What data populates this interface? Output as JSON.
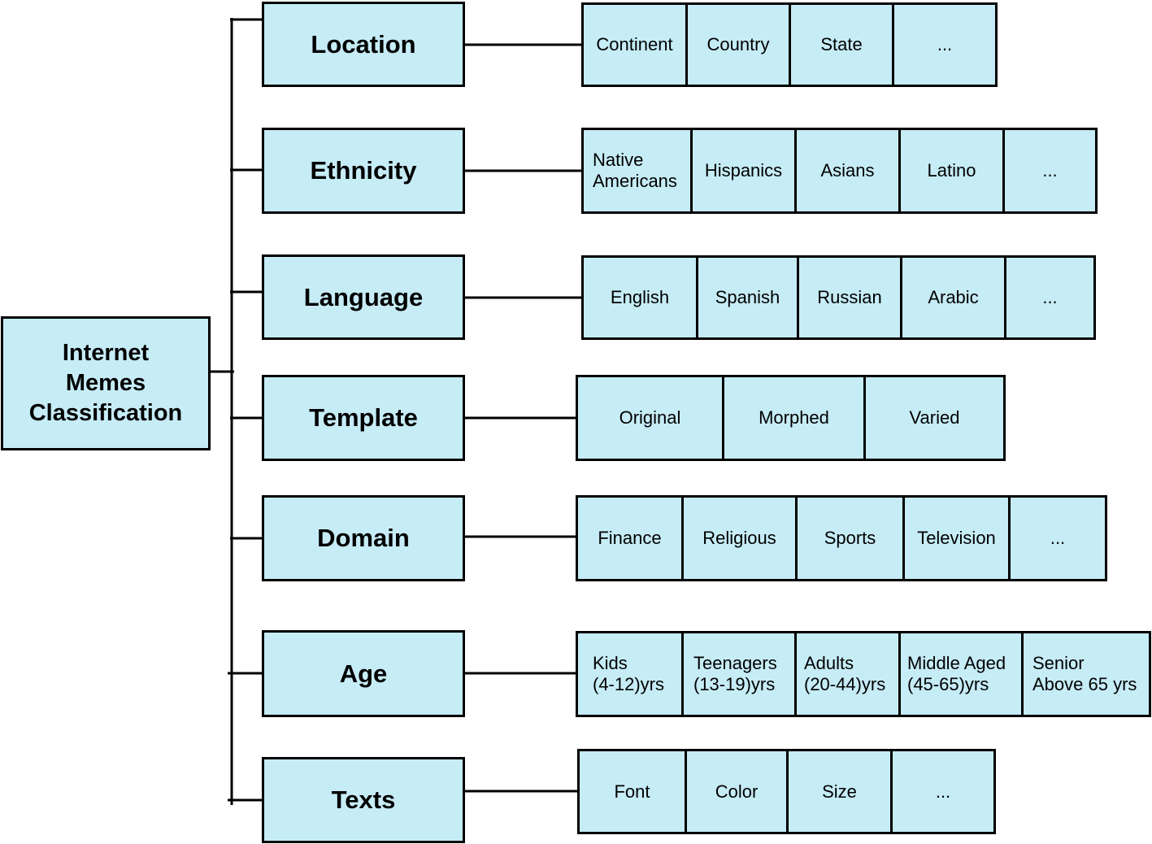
{
  "root": {
    "label": "Internet\nMemes\nClassification"
  },
  "categories": [
    {
      "label": "Location",
      "items": [
        "Continent",
        "Country",
        "State",
        "..."
      ]
    },
    {
      "label": "Ethnicity",
      "items": [
        "Native\nAmericans",
        "Hispanics",
        "Asians",
        "Latino",
        "..."
      ]
    },
    {
      "label": "Language",
      "items": [
        "English",
        "Spanish",
        "Russian",
        "Arabic",
        "..."
      ]
    },
    {
      "label": "Template",
      "items": [
        "Original",
        "Morphed",
        "Varied"
      ]
    },
    {
      "label": "Domain",
      "items": [
        "Finance",
        "Religious",
        "Sports",
        "Television",
        "..."
      ]
    },
    {
      "label": "Age",
      "items": [
        "Kids\n(4-12)yrs",
        "Teenagers\n(13-19)yrs",
        "Adults\n(20-44)yrs",
        "Middle Aged\n(45-65)yrs",
        "Senior\nAbove 65 yrs"
      ]
    },
    {
      "label": "Texts",
      "items": [
        "Font",
        "Color",
        "Size",
        "..."
      ]
    }
  ],
  "colors": {
    "box_fill": "#c6ecf6",
    "line": "#000000"
  }
}
